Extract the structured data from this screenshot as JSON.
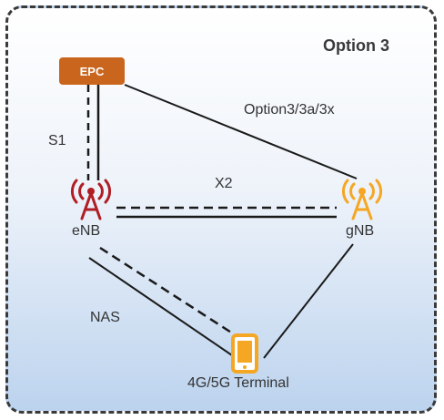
{
  "title": "Option 3",
  "nodes": {
    "epc": "EPC",
    "enb": "eNB",
    "gnb": "gNB",
    "terminal": "4G/5G Terminal"
  },
  "links": {
    "s1": "S1",
    "x2": "X2",
    "option": "Option3/3a/3x",
    "nas": "NAS"
  },
  "colors": {
    "epc": "#c9651c",
    "enb_icon": "#b01e24",
    "gnb_icon": "#f5a623",
    "terminal_icon": "#f5a623",
    "line": "#1a1a1a"
  }
}
